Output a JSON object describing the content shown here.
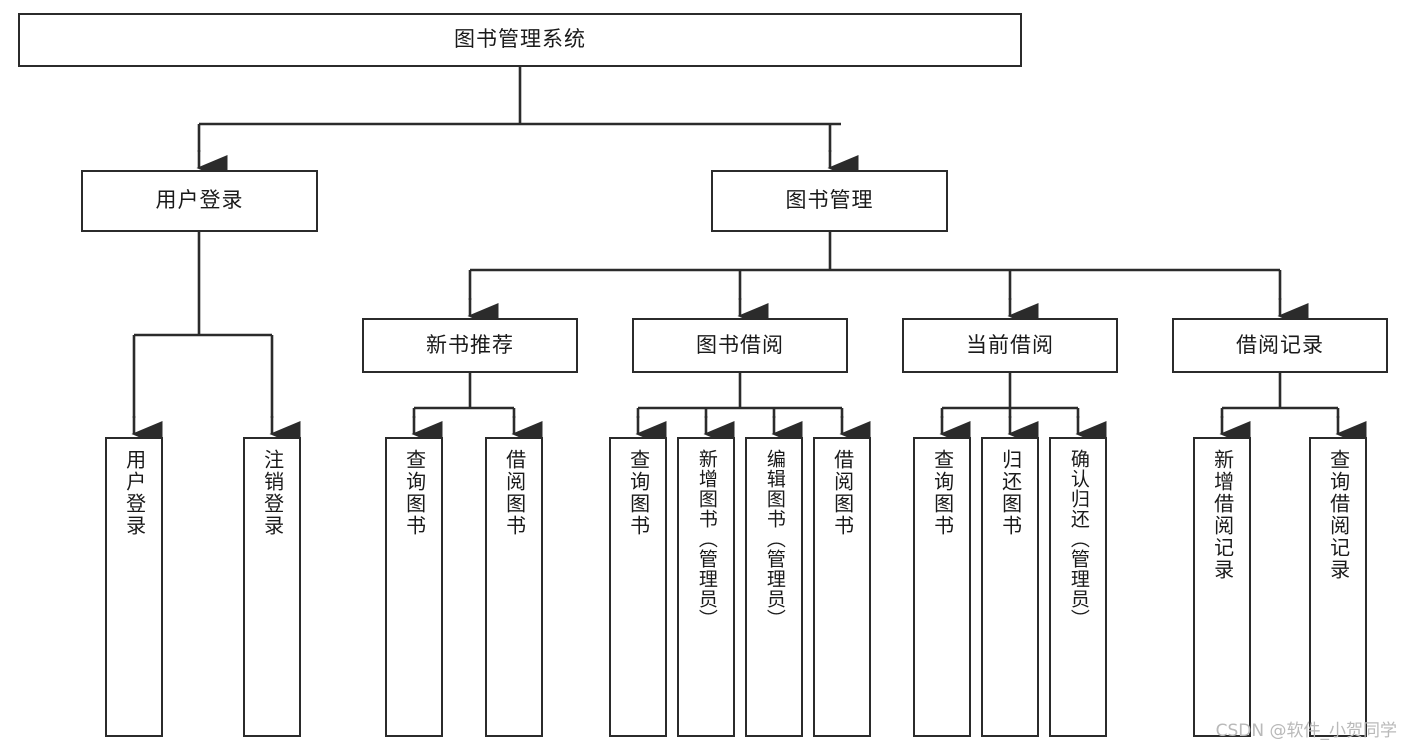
{
  "diagram": {
    "title": "图书管理系统",
    "type": "tree",
    "watermark": "CSDN @软件_小贺同学",
    "colors": {
      "box_border": "#2b2b2b",
      "box_fill": "#ffffff",
      "edge": "#2b2b2b",
      "text": "#1a1a1a",
      "watermark": "#b9b9b9",
      "background": "#ffffff"
    },
    "nodes": {
      "root": {
        "label": "图书管理系统"
      },
      "level2": [
        {
          "id": "user-login",
          "label": "用户登录"
        },
        {
          "id": "book-manage",
          "label": "图书管理"
        }
      ],
      "level3": [
        {
          "id": "new-book-recommend",
          "label": "新书推荐"
        },
        {
          "id": "book-borrow",
          "label": "图书借阅"
        },
        {
          "id": "current-borrow",
          "label": "当前借阅"
        },
        {
          "id": "borrow-record",
          "label": "借阅记录"
        }
      ],
      "leaves": {
        "user-login": [
          {
            "id": "leaf-user-login",
            "label": "用户登录"
          },
          {
            "id": "leaf-user-logout",
            "label": "注销登录"
          }
        ],
        "new-book-recommend": [
          {
            "id": "leaf-query-book-1",
            "label": "查询图书"
          },
          {
            "id": "leaf-borrow-book-1",
            "label": "借阅图书"
          }
        ],
        "book-borrow": [
          {
            "id": "leaf-query-book-2",
            "label": "查询图书"
          },
          {
            "id": "leaf-add-book-admin",
            "label": "新增图书（管理员）"
          },
          {
            "id": "leaf-edit-book-admin",
            "label": "编辑图书（管理员）"
          },
          {
            "id": "leaf-borrow-book-2",
            "label": "借阅图书"
          }
        ],
        "current-borrow": [
          {
            "id": "leaf-query-book-3",
            "label": "查询图书"
          },
          {
            "id": "leaf-return-book",
            "label": "归还图书"
          },
          {
            "id": "leaf-confirm-return-admin",
            "label": "确认归还（管理员）"
          }
        ],
        "borrow-record": [
          {
            "id": "leaf-add-borrow-record",
            "label": "新增借阅记录"
          },
          {
            "id": "leaf-query-borrow-record",
            "label": "查询借阅记录"
          }
        ]
      }
    }
  }
}
